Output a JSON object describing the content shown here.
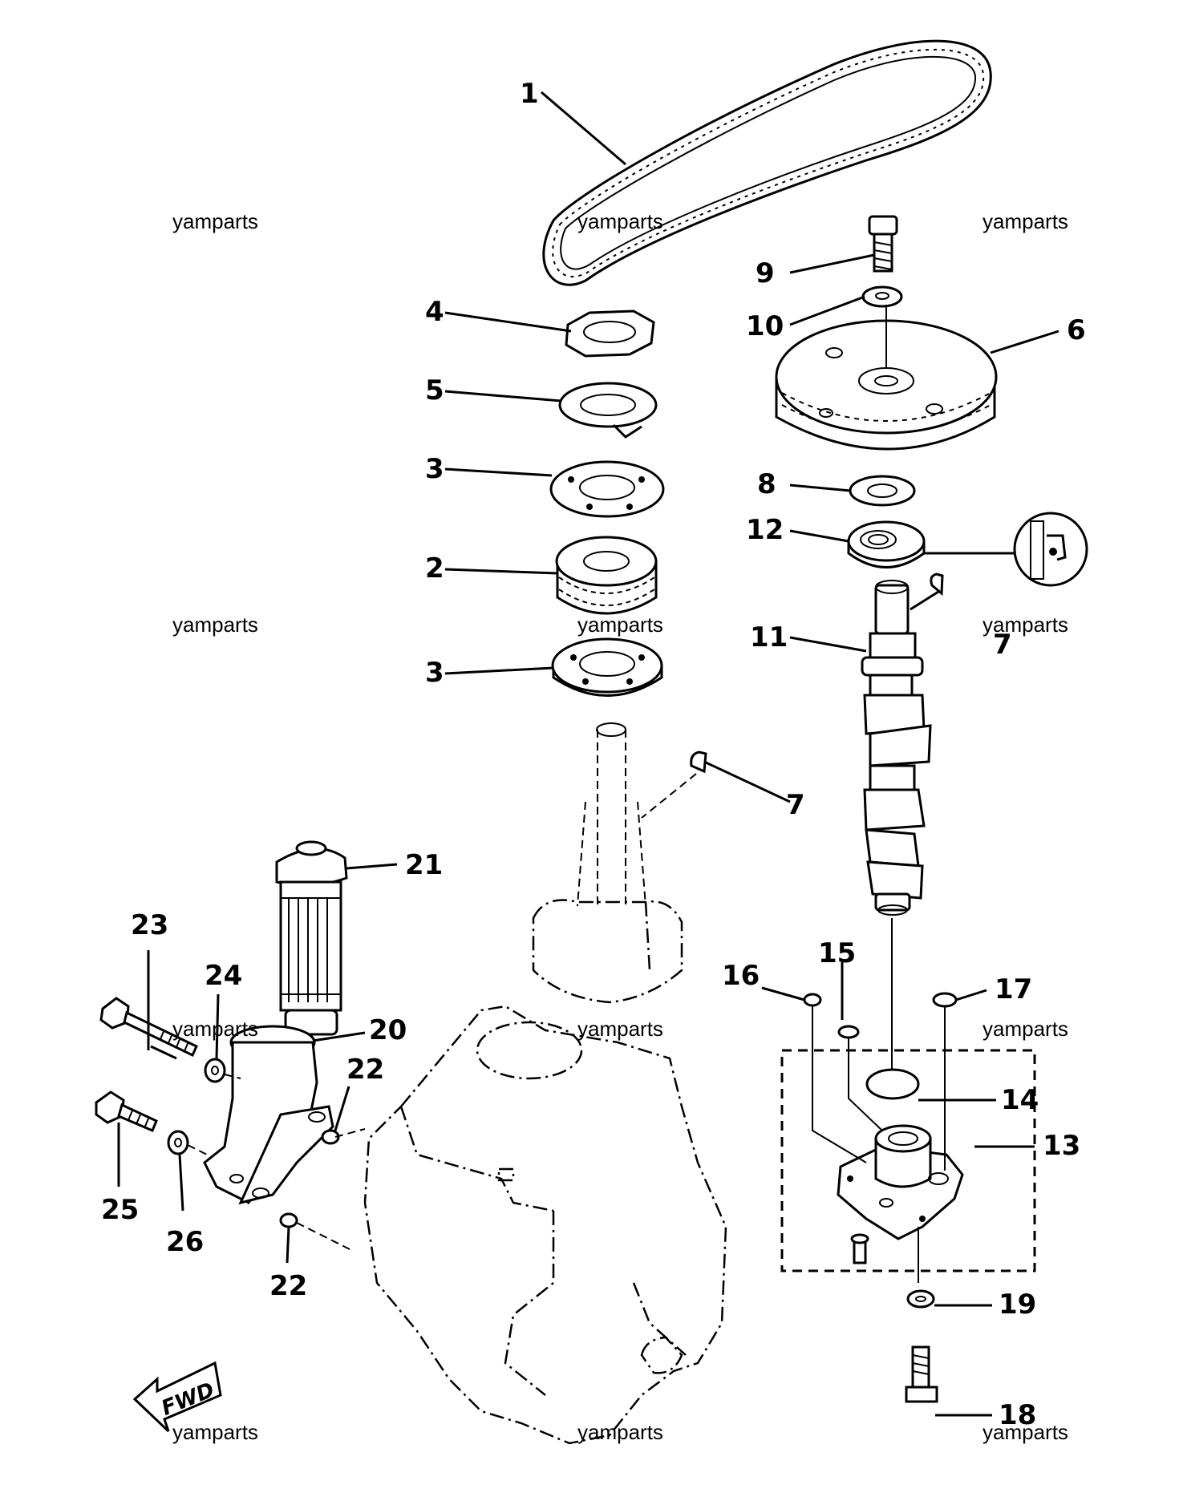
{
  "watermark": "yamparts",
  "fwd_label": "FWD",
  "callouts": {
    "c1": "1",
    "c2": "2",
    "c3a": "3",
    "c3b": "3",
    "c4": "4",
    "c5": "5",
    "c6": "6",
    "c7a": "7",
    "c7b": "7",
    "c8": "8",
    "c9": "9",
    "c10": "10",
    "c11": "11",
    "c12": "12",
    "c13": "13",
    "c14": "14",
    "c15": "15",
    "c16": "16",
    "c17": "17",
    "c18": "18",
    "c19": "19",
    "c20": "20",
    "c21": "21",
    "c22a": "22",
    "c22b": "22",
    "c23": "23",
    "c24": "24",
    "c25": "25",
    "c26": "26"
  }
}
